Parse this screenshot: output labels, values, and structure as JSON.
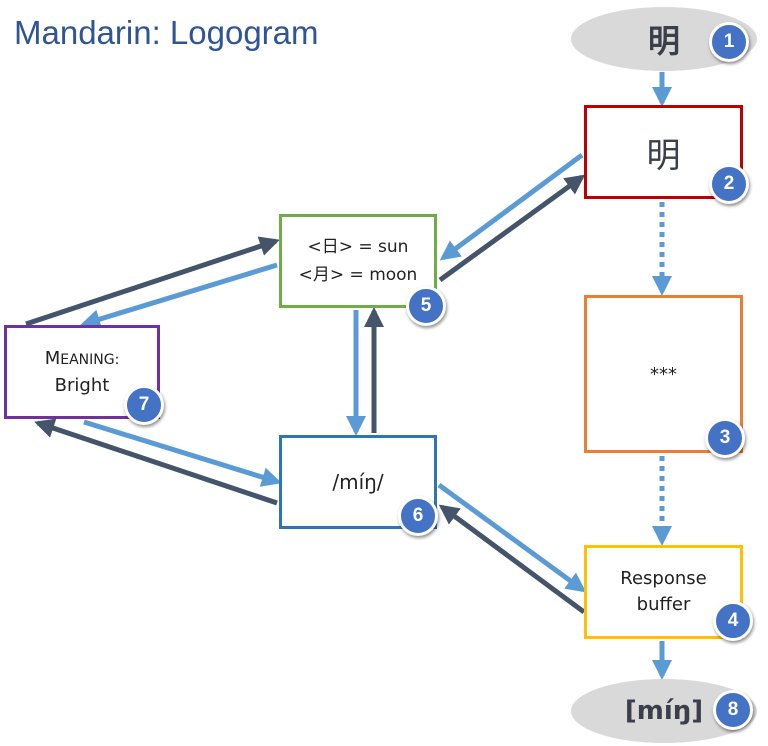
{
  "title": "Mandarin: Logogram",
  "input": {
    "character": "明",
    "badge": "1"
  },
  "orthography": {
    "character": "明",
    "badge": "2"
  },
  "hidden": {
    "label": "***",
    "badge": "3"
  },
  "response": {
    "line1": "Response",
    "line2": "buffer",
    "badge": "4"
  },
  "radicals": {
    "line1": "<日> = sun",
    "line2": "<月> = moon",
    "badge": "5"
  },
  "phonology": {
    "label": "/míŋ/",
    "badge": "6"
  },
  "meaning": {
    "label_first": "M",
    "label_rest": "EANING:",
    "value": "Bright",
    "badge": "7"
  },
  "output": {
    "pronunciation": "[míŋ]",
    "badge": "8"
  },
  "colors": {
    "title": "#2f5597",
    "arrow_light": "#5b9bd5",
    "arrow_dark": "#44546a",
    "badge": "#4472c4",
    "orthography_border": "#c00000",
    "hidden_border": "#ed7d31",
    "response_border": "#ffc000",
    "radicals_border": "#70ad47",
    "phonology_border": "#2e75b6",
    "meaning_border": "#7030a0"
  }
}
